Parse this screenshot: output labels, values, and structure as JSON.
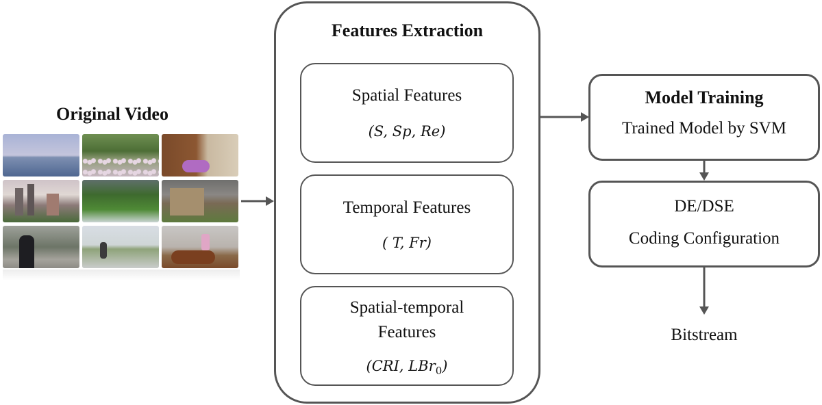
{
  "left": {
    "title": "Original Video"
  },
  "features": {
    "title": "Features Extraction",
    "spatial": {
      "name": "Spatial Features",
      "vars": "(S, Sp, Re)"
    },
    "temporal": {
      "name": "Temporal Features",
      "vars": "( T, Fr)"
    },
    "spatiotemporal": {
      "name_line1": "Spatial-temporal",
      "name_line2": "Features",
      "vars_main": "(CRI,  LBr",
      "vars_sub": "0",
      "vars_end": ")"
    }
  },
  "training": {
    "title": "Model Training",
    "subtitle": "Trained Model by SVM"
  },
  "coding": {
    "line1": "DE/DSE",
    "line2": "Coding Configuration"
  },
  "output": {
    "label": "Bitstream"
  },
  "colors": {
    "border": "#555555",
    "arrow": "#555555"
  },
  "thumbnails": [
    {
      "name": "sea-thumb"
    },
    {
      "name": "flower-field-thumb"
    },
    {
      "name": "horse-head-thumb"
    },
    {
      "name": "city-skyline-thumb"
    },
    {
      "name": "river-forest-thumb"
    },
    {
      "name": "stone-house-thumb"
    },
    {
      "name": "man-in-park-thumb"
    },
    {
      "name": "skater-thumb"
    },
    {
      "name": "horse-rider-thumb"
    }
  ]
}
